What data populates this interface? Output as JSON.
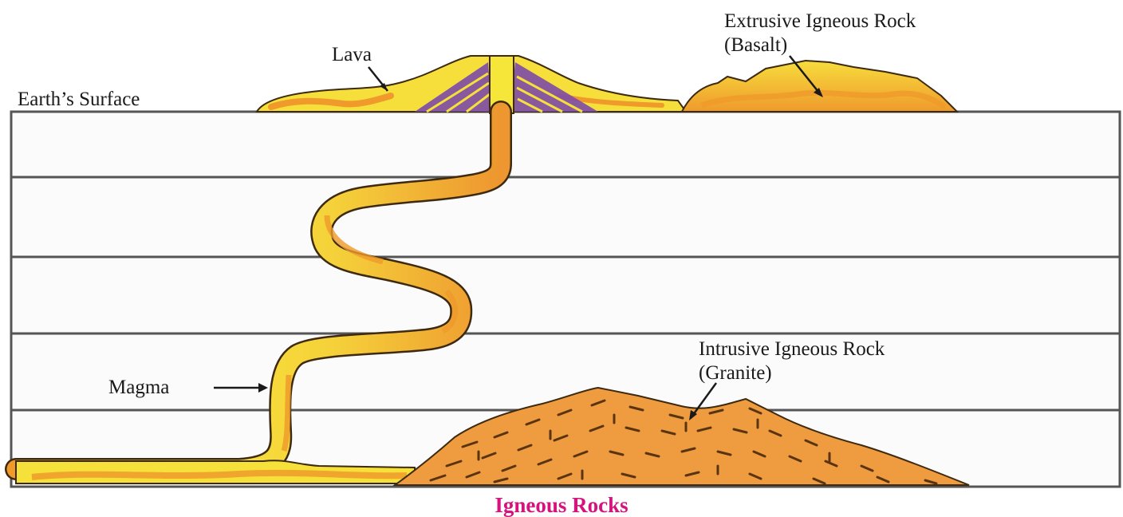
{
  "diagram": {
    "title": "Igneous Rocks",
    "labels": {
      "earth_surface": "Earth’s Surface",
      "lava": "Lava",
      "extrusive_line1": "Extrusive Igneous Rock",
      "extrusive_line2": "(Basalt)",
      "intrusive_line1": "Intrusive Igneous Rock",
      "intrusive_line2": "(Granite)",
      "magma": "Magma"
    },
    "colors": {
      "magma_yellow": "#f6e63a",
      "magma_orange": "#ef9a2a",
      "granite_orange": "#ee9b3e",
      "volcano_purple": "#7d4aa8",
      "layer_line": "#555555",
      "title_pink": "#d6137c"
    }
  }
}
